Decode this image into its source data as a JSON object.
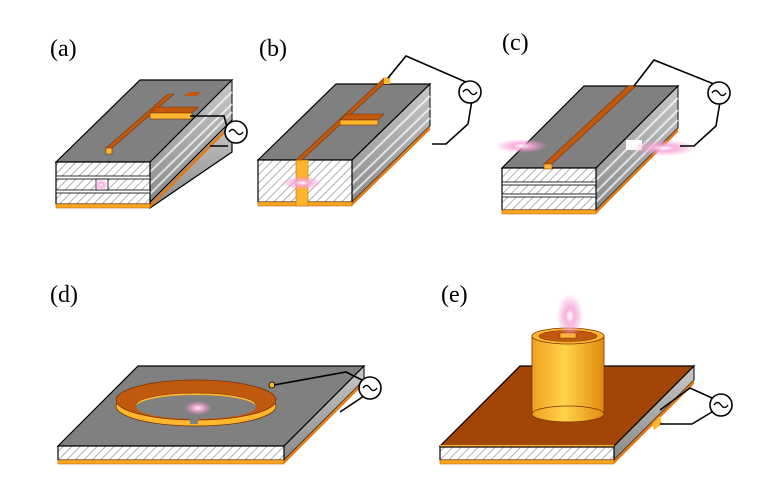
{
  "panels": [
    {
      "id": "a",
      "label": "(a)"
    },
    {
      "id": "b",
      "label": "(b)"
    },
    {
      "id": "c",
      "label": "(c)"
    },
    {
      "id": "d",
      "label": "(d)"
    },
    {
      "id": "e",
      "label": "(e)"
    }
  ],
  "source_glyph": "~",
  "colors": {
    "substrate_top": "#808080",
    "substrate_side_stripe_light": "#c4c4c4",
    "substrate_side_stripe_dark": "#8c8c8c",
    "ground_plane": "#f6a623",
    "ground_plane_dark": "#e07a1a",
    "copper_top": "#c0580e",
    "copper_side": "#ffb52e",
    "copper_ground": "#a24608",
    "plasma": "#f48fcf",
    "hatch": "#909090"
  }
}
